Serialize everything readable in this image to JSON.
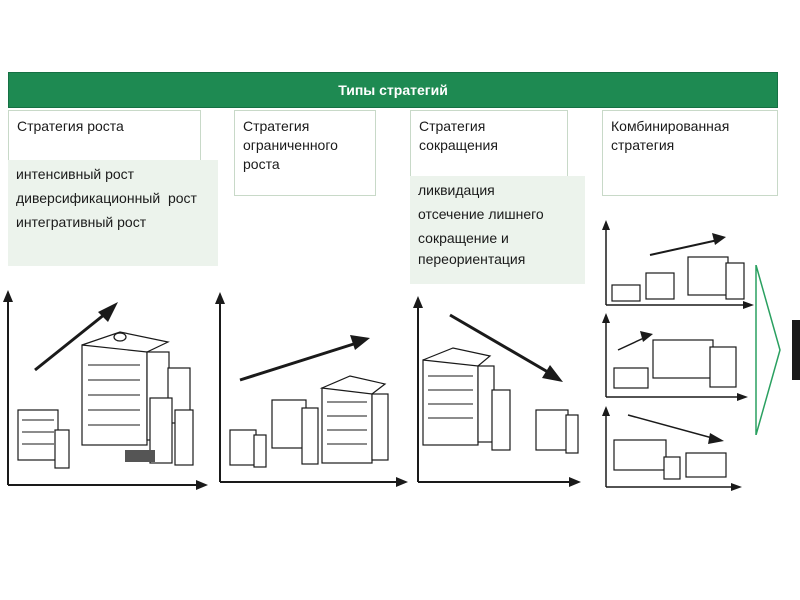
{
  "header": {
    "title": "Типы стратегий"
  },
  "columns": [
    {
      "title": "Стратегия роста",
      "items": [
        "интенсивный рост",
        "диверсификационный  рост",
        "интегративный рост"
      ]
    },
    {
      "title": "Стратегия ограниченного роста",
      "items": []
    },
    {
      "title": "Стратегия сокращения",
      "items": [
        "ликвидация",
        "отсечение лишнего",
        "сокращение и переориентация"
      ]
    },
    {
      "title": "Комбинированная стратегия",
      "items": []
    }
  ],
  "colors": {
    "header_bg": "#1e8a52",
    "header_text": "#ffffff",
    "sub_bg": "#ecf3ec",
    "box_border": "#c8d9c8"
  },
  "icons": [
    "growth-chart-icon",
    "limited-growth-chart-icon",
    "reduction-chart-icon",
    "combined-charts-icon",
    "chevron-right-icon"
  ]
}
